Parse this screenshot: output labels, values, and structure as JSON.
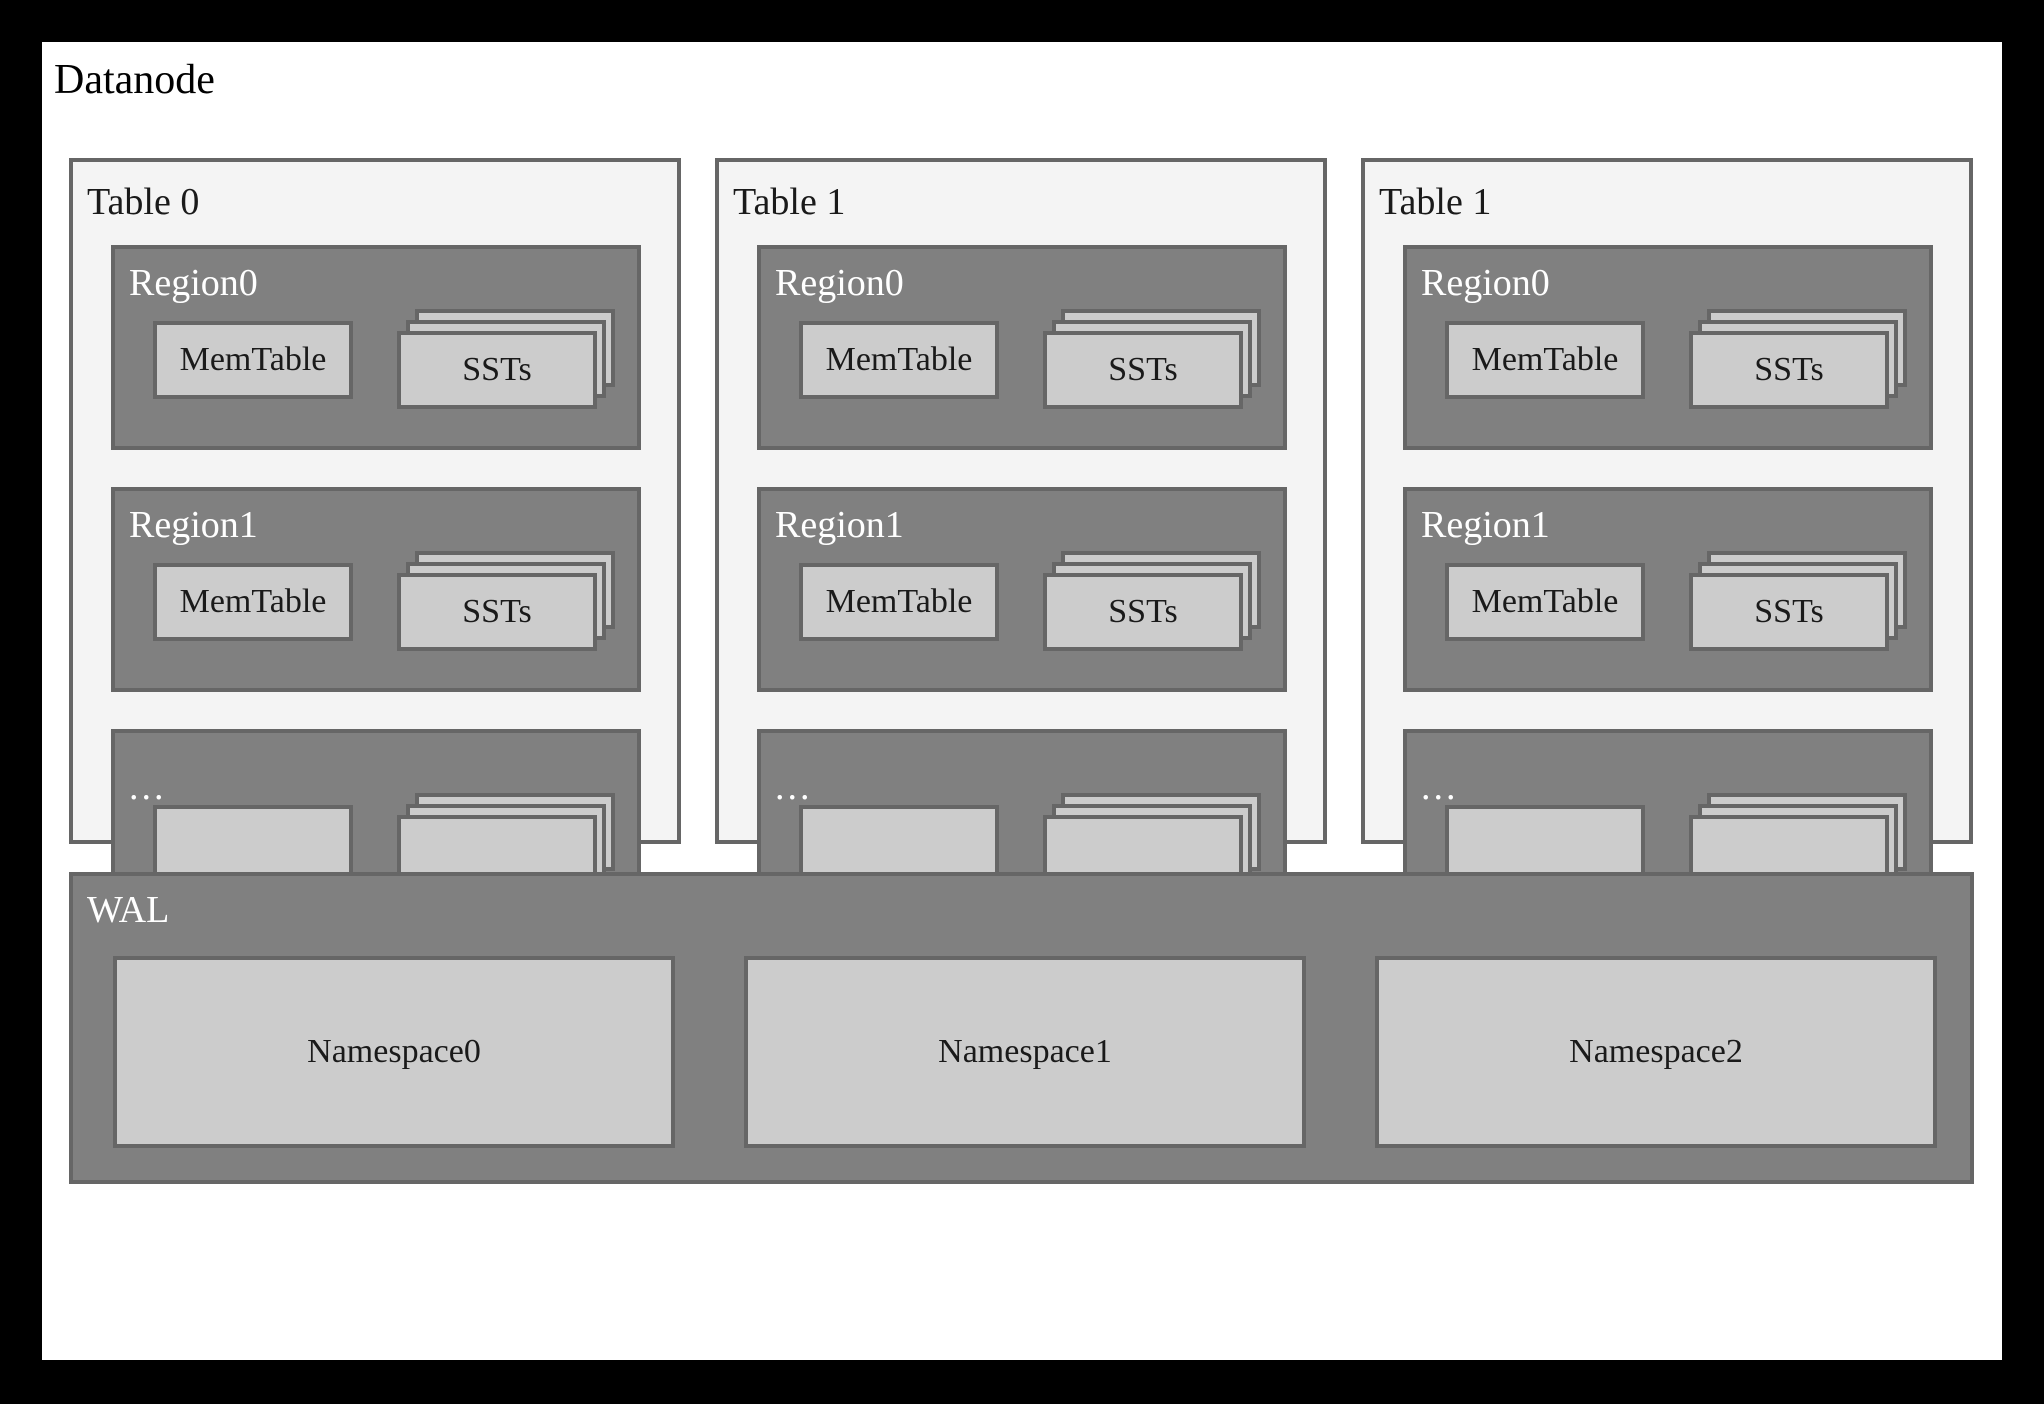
{
  "diagram": {
    "title": "Datanode",
    "colors": {
      "canvas": "#ffffff",
      "outer_border": "#000000",
      "panel_fill": "#f4f4f4",
      "panel_border": "#666666",
      "region_fill": "#808080",
      "box_fill": "#cccccc",
      "box_border": "#666666",
      "text_dark": "#1a1a1a",
      "text_light": "#ffffff"
    }
  },
  "tables": [
    {
      "label": "Table 0",
      "regions": [
        {
          "label": "Region0",
          "memtable": "MemTable",
          "ssts": "SSTs"
        },
        {
          "label": "Region1",
          "memtable": "MemTable",
          "ssts": "SSTs"
        },
        {
          "label": "...",
          "memtable": "",
          "ssts": ""
        }
      ]
    },
    {
      "label": "Table 1",
      "regions": [
        {
          "label": "Region0",
          "memtable": "MemTable",
          "ssts": "SSTs"
        },
        {
          "label": "Region1",
          "memtable": "MemTable",
          "ssts": "SSTs"
        },
        {
          "label": "...",
          "memtable": "",
          "ssts": ""
        }
      ]
    },
    {
      "label": "Table 1",
      "regions": [
        {
          "label": "Region0",
          "memtable": "MemTable",
          "ssts": "SSTs"
        },
        {
          "label": "Region1",
          "memtable": "MemTable",
          "ssts": "SSTs"
        },
        {
          "label": "...",
          "memtable": "",
          "ssts": ""
        }
      ]
    }
  ],
  "wal": {
    "label": "WAL",
    "namespaces": [
      {
        "label": "Namespace0"
      },
      {
        "label": "Namespace1"
      },
      {
        "label": "Namespace2"
      }
    ]
  }
}
